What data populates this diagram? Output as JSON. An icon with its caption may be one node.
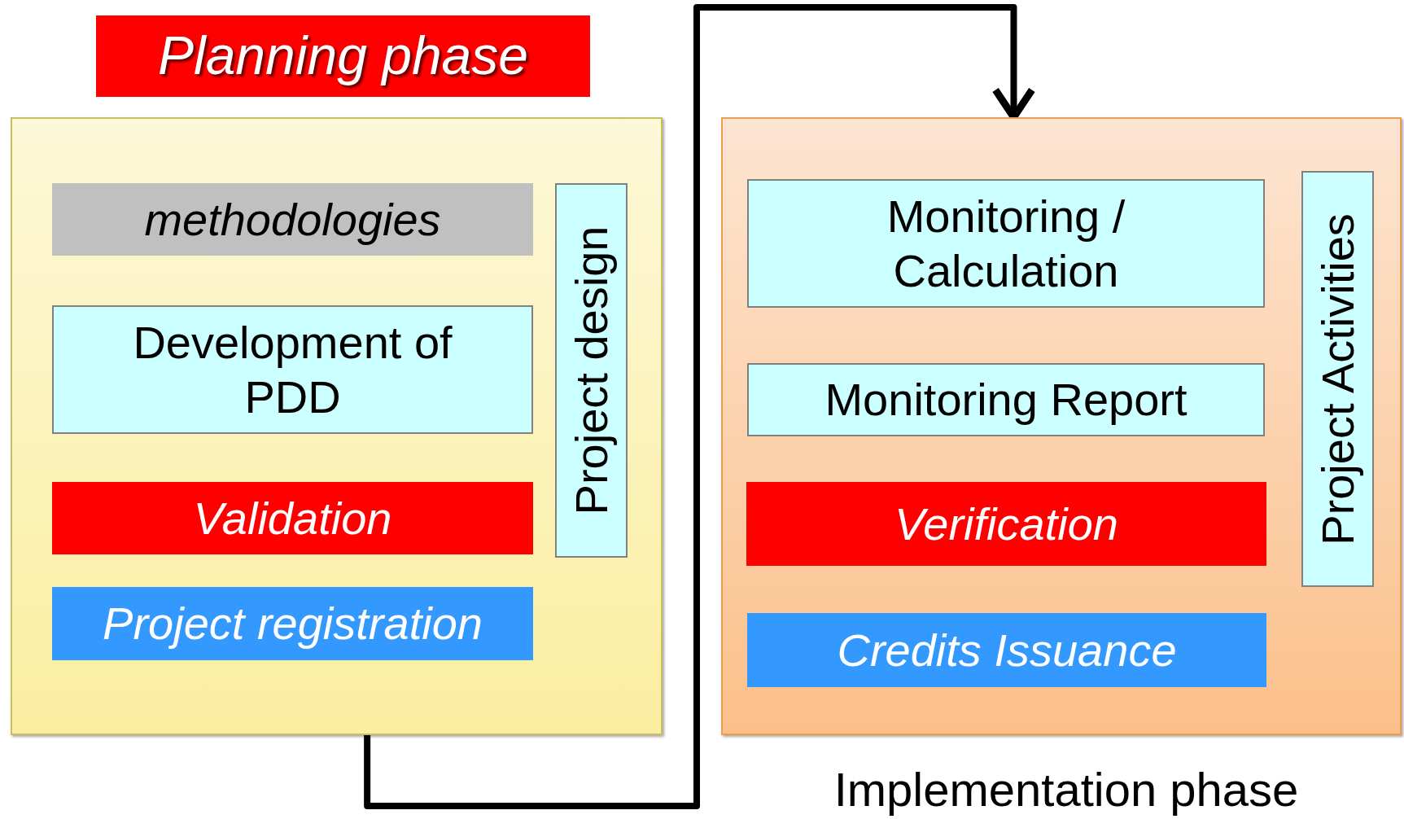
{
  "diagram": {
    "nodes": [
      {
        "text": [
          "Planning phase"
        ]
      },
      {
        "text": [],
        "shape": "box"
      },
      {
        "text": [
          "methodologies"
        ],
        "in": 1
      },
      {
        "text": [
          "Development of PDD"
        ],
        "in": 1
      },
      {
        "text": [
          "Validation"
        ],
        "in": 1
      },
      {
        "text": [
          "Project registration"
        ],
        "in": 1
      },
      {
        "text": [
          "Project design"
        ],
        "in": 1
      },
      {
        "text": [],
        "shape": "box",
        "beside": [
          "Implementation phase"
        ]
      },
      {
        "text": [
          "Monitoring / Calculation"
        ],
        "in": 7
      },
      {
        "text": [
          "Monitoring Report"
        ],
        "in": 7
      },
      {
        "text": [
          "Verification"
        ],
        "in": 7
      },
      {
        "text": [
          "Credits Issuance"
        ],
        "in": 7
      },
      {
        "text": [
          "Project Activities"
        ],
        "in": 7
      }
    ],
    "edges": [
      {
        "from": 1,
        "to": 7,
        "arrow": "to"
      }
    ]
  }
}
